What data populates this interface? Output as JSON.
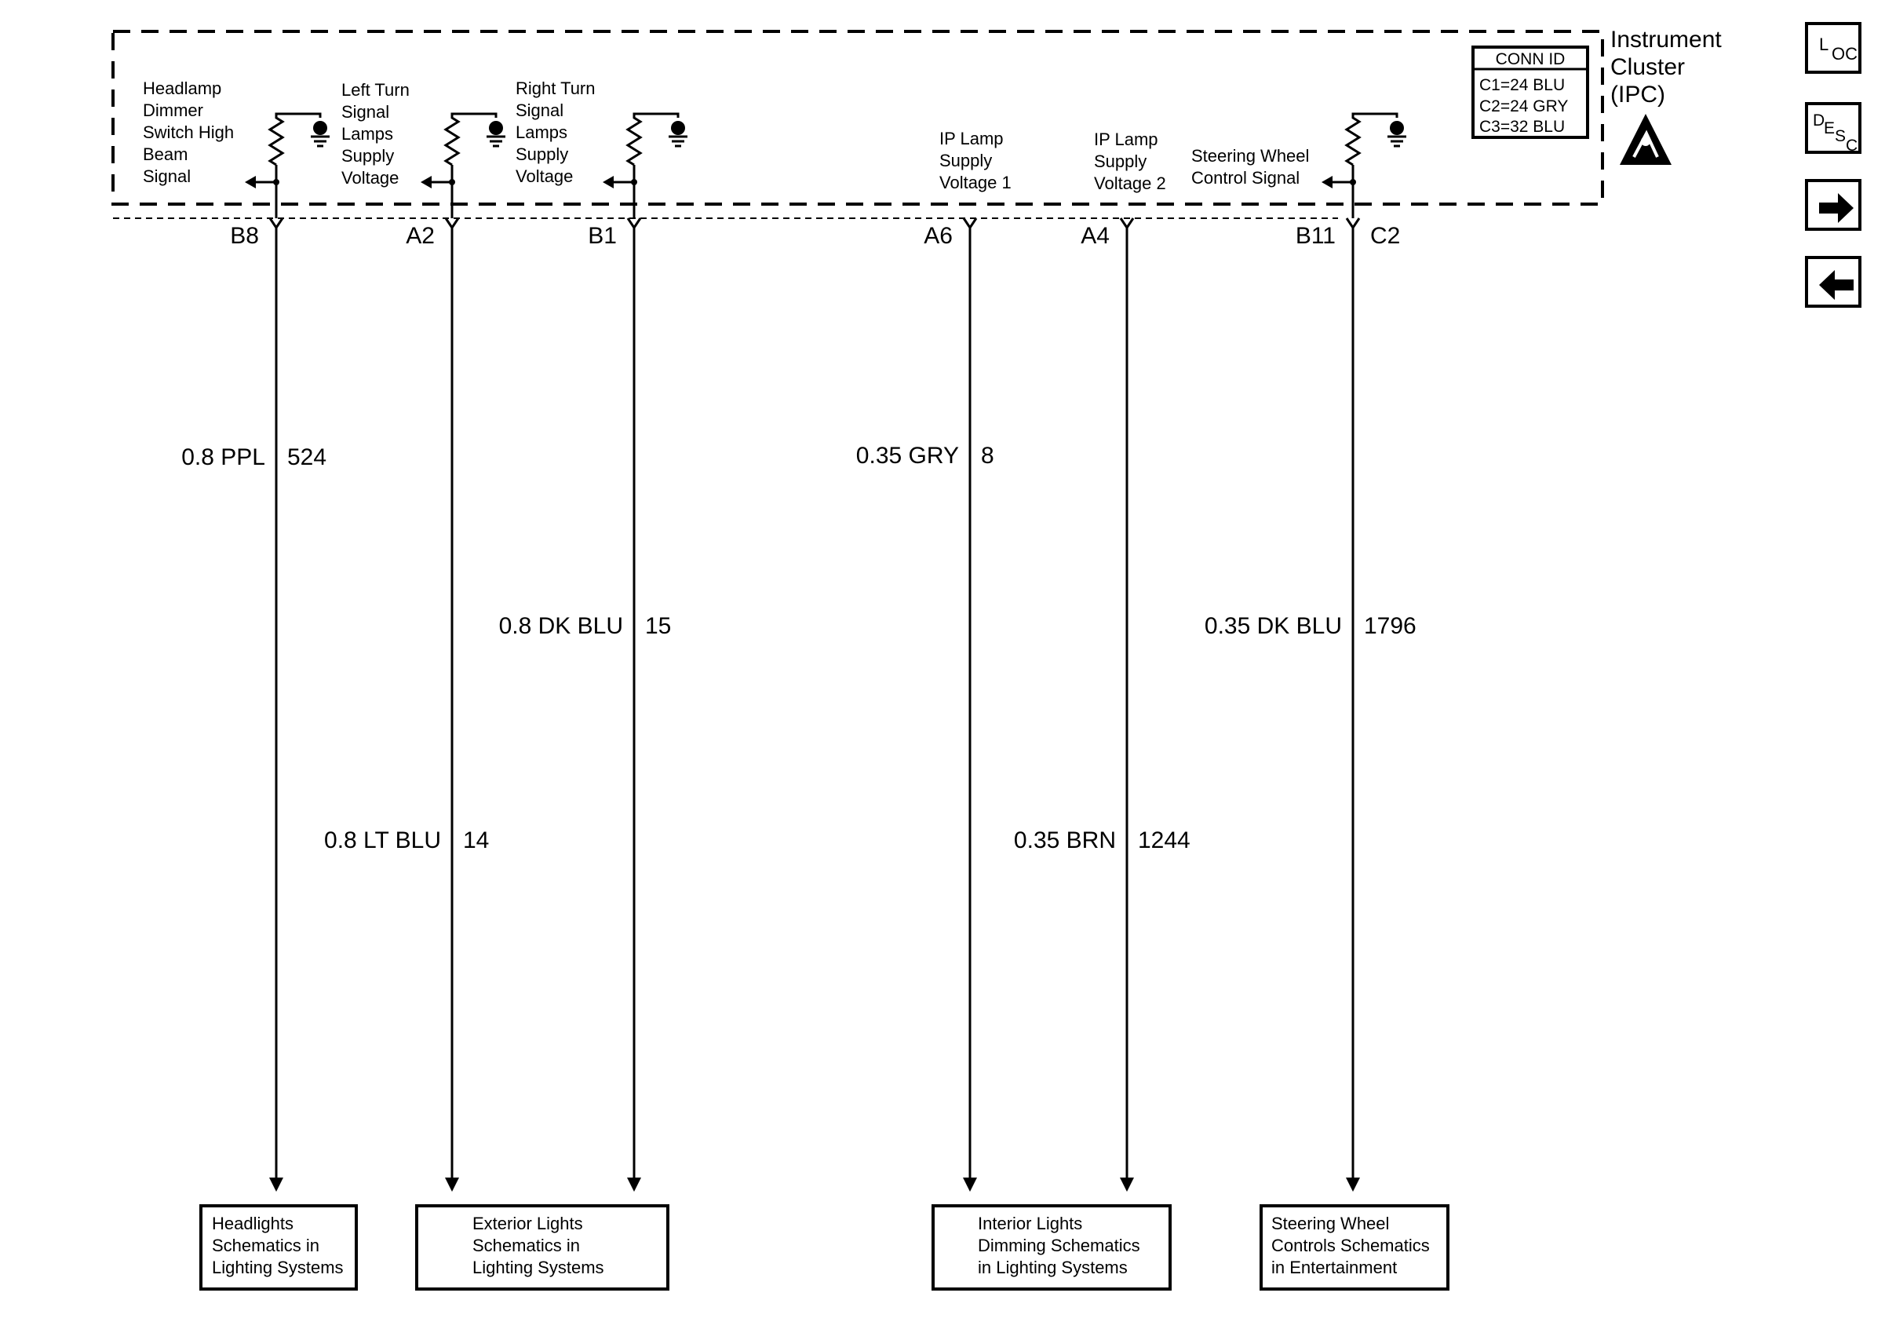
{
  "module": {
    "title_lines": [
      "Instrument",
      "Cluster",
      "(IPC)"
    ],
    "esd_icon": "esd-warning-icon",
    "conn_id": {
      "header": "CONN ID",
      "rows": [
        "C1=24 BLU",
        "C2=24 GRY",
        "C3=32 BLU"
      ]
    }
  },
  "circuits": [
    {
      "id": "headlamp",
      "label_lines": [
        "Headlamp",
        "Dimmer",
        "Switch High",
        "Beam",
        "Signal"
      ],
      "pin": "B8",
      "wire_color": "0.8 PPL",
      "circuit_no": "524"
    },
    {
      "id": "left-turn",
      "label_lines": [
        "Left Turn",
        "Signal",
        "Lamps",
        "Supply",
        "Voltage"
      ],
      "pin": "A2",
      "wire_color": "0.8 LT BLU",
      "circuit_no": "14"
    },
    {
      "id": "right-turn",
      "label_lines": [
        "Right Turn",
        "Signal",
        "Lamps",
        "Supply",
        "Voltage"
      ],
      "pin": "B1",
      "wire_color": "0.8 DK BLU",
      "circuit_no": "15"
    },
    {
      "id": "ip-lamp-1",
      "label_lines": [
        "IP Lamp",
        "Supply",
        "Voltage 1"
      ],
      "pin": "A6",
      "wire_color": "0.35 GRY",
      "circuit_no": "8"
    },
    {
      "id": "ip-lamp-2",
      "label_lines": [
        "IP Lamp",
        "Supply",
        "Voltage 2"
      ],
      "pin": "A4",
      "wire_color": "0.35 BRN",
      "circuit_no": "1244"
    },
    {
      "id": "steering",
      "label_lines": [
        "Steering Wheel",
        "Control Signal"
      ],
      "pin": "B11",
      "connector": "C2",
      "wire_color": "0.35 DK BLU",
      "circuit_no": "1796"
    }
  ],
  "destinations": [
    {
      "id": "headlights",
      "lines": [
        "Headlights",
        "Schematics in",
        "Lighting Systems"
      ]
    },
    {
      "id": "exterior",
      "lines": [
        "Exterior Lights",
        "Schematics in",
        "Lighting Systems"
      ]
    },
    {
      "id": "interior",
      "lines": [
        "Interior Lights",
        "Dimming Schematics",
        "in Lighting Systems"
      ]
    },
    {
      "id": "steering",
      "lines": [
        "Steering Wheel",
        "Controls Schematics",
        "in Entertainment"
      ]
    }
  ],
  "nav": {
    "loc": {
      "big": "L",
      "small": "OC"
    },
    "desc": {
      "big": "D",
      "small1": "E",
      "small2": "S",
      "small3": "C"
    },
    "icons": [
      "loc-icon",
      "desc-icon",
      "arrow-right-icon",
      "arrow-left-icon"
    ]
  }
}
